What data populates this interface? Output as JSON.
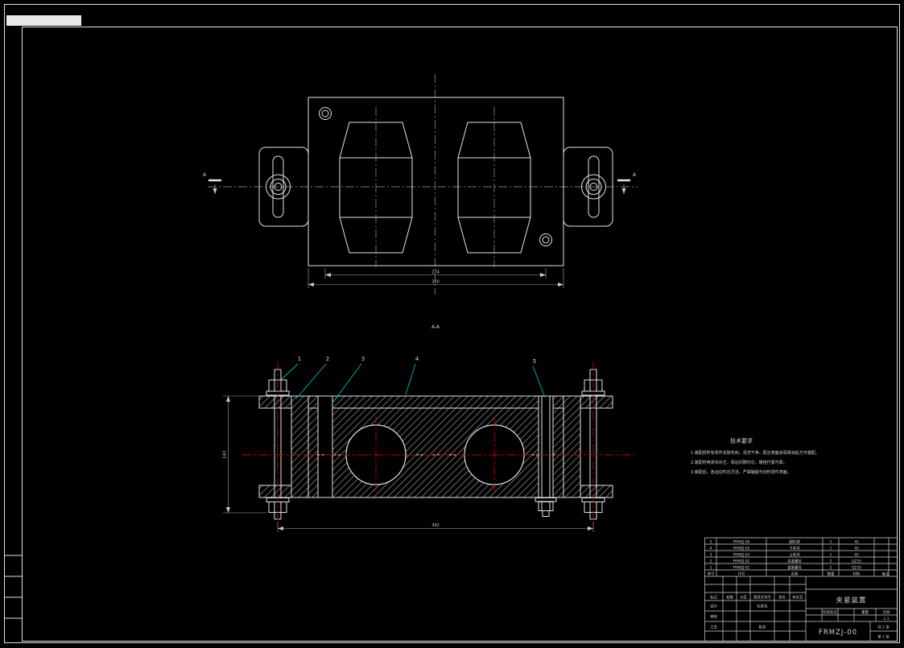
{
  "colors": {
    "background": "#000000",
    "line_white": "#e2e2e2",
    "centerline_red": "#c00000",
    "leader_cyan": "#00b4c6"
  },
  "views": {
    "top_view": {
      "section_mark": "A",
      "dim_pins": "274",
      "dim_width": "320"
    },
    "section_view": {
      "label": "A-A",
      "dim_bolts": "392",
      "dim_height": "143",
      "balloons": [
        "1",
        "2",
        "3",
        "4",
        "5"
      ]
    }
  },
  "notes": {
    "title": "技术要求",
    "lines": [
      "1.装配前所有零件去除毛刺，清洗干净，配合表面涂润滑油后方可装配。",
      "2.装配时两夹块对正，保证间隙均匀，螺栓拧紧可靠。",
      "3.装配后，各运动件应灵活，严禁磕碰与划伤零件表面。"
    ]
  },
  "bom": {
    "headers": {
      "no": "序号",
      "code": "代号",
      "name": "名称",
      "qty": "数量",
      "material": "材料",
      "remark": "备注"
    },
    "rows": [
      {
        "no": "5",
        "code": "FRMZJ-06",
        "name": "圆柱销",
        "qty": "2",
        "material": "45"
      },
      {
        "no": "4",
        "code": "FRMZJ-05",
        "name": "下夹块",
        "qty": "1",
        "material": "45"
      },
      {
        "no": "3",
        "code": "FRMZJ-03",
        "name": "上夹块",
        "qty": "1",
        "material": "45"
      },
      {
        "no": "2",
        "code": "FRMZJ-02",
        "name": "夹紧螺栓",
        "qty": "2",
        "material": "Q235"
      },
      {
        "no": "1",
        "code": "FRMZJ-01",
        "name": "锁紧螺母",
        "qty": "2",
        "material": "Q235"
      }
    ]
  },
  "title_block": {
    "labels": {
      "mark": "标记",
      "count": "处数",
      "zone": "分区",
      "change_doc": "更改文件号",
      "sign": "签名",
      "date": "年月日",
      "design": "设计",
      "check": "审核",
      "process": "工艺",
      "standard": "标准化",
      "approve": "批准",
      "stage_mark": "阶段标记",
      "weight": "重量",
      "scale": "比例"
    },
    "scale_value": "1:1",
    "drawing_name": "夹紧装置",
    "drawing_number": "FRMZJ-00",
    "sheet_total": "共 1 张",
    "sheet_index": "第 1 张"
  }
}
